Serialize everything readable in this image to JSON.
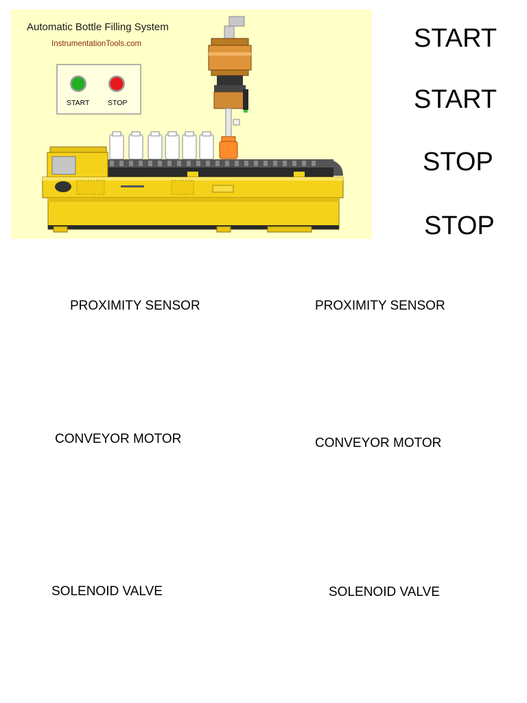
{
  "illustration": {
    "title": "Automatic Bottle Filling System",
    "subtitle": "InstrumentationTools.com",
    "panel": {
      "start_label": "START",
      "stop_label": "STOP",
      "start_color": "#22b022",
      "stop_color": "#e81818"
    },
    "background_color": "#ffffc8",
    "machine_color": "#f5d21a"
  },
  "side_labels": [
    "START",
    "START",
    "STOP",
    "STOP"
  ],
  "component_labels": {
    "left": [
      "PROXIMITY SENSOR",
      "CONVEYOR MOTOR",
      "SOLENOID VALVE"
    ],
    "right": [
      "PROXIMITY SENSOR",
      "CONVEYOR MOTOR",
      "SOLENOID VALVE"
    ]
  }
}
